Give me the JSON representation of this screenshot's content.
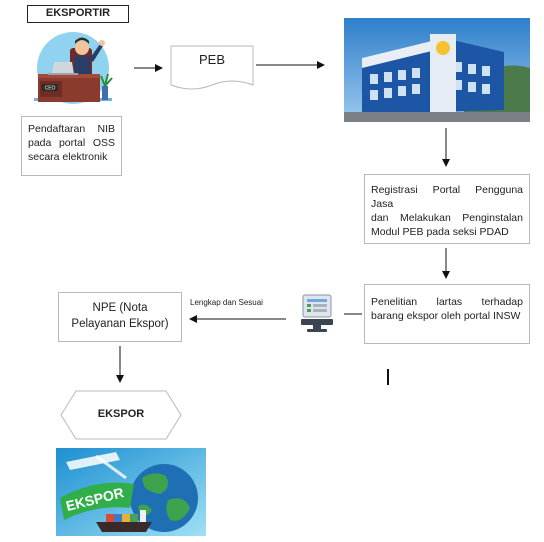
{
  "diagram": {
    "header_label": "EKSPORTIR",
    "nodes": {
      "eksportir_text": [
        "Pendaftaran NIB",
        "pada portal OSS",
        "secara elektronik"
      ],
      "ceo_sign": "CEO",
      "peb": "PEB",
      "registrasi": [
        "Registrasi Portal Pengguna Jasa",
        "dan Melakukan Penginstalan",
        "Modul PEB pada seksi PDAD"
      ],
      "penelitian": [
        "Penelitian lartas terhadap",
        "barang ekspor oleh portal INSW"
      ],
      "npe": [
        "NPE (Nota",
        "Pelayanan Ekspor)"
      ],
      "ekspor": "EKSPOR",
      "ekspor_banner": "EKSPOR"
    },
    "edges": {
      "lengkap_label": "Lengkap dan Sesuai"
    }
  },
  "colors": {
    "sky": "#3f89cf",
    "building_blue": "#1d56a4",
    "ocean": "#1f6fb5",
    "land": "#3fa34d",
    "banner_green": "#2fae49"
  }
}
